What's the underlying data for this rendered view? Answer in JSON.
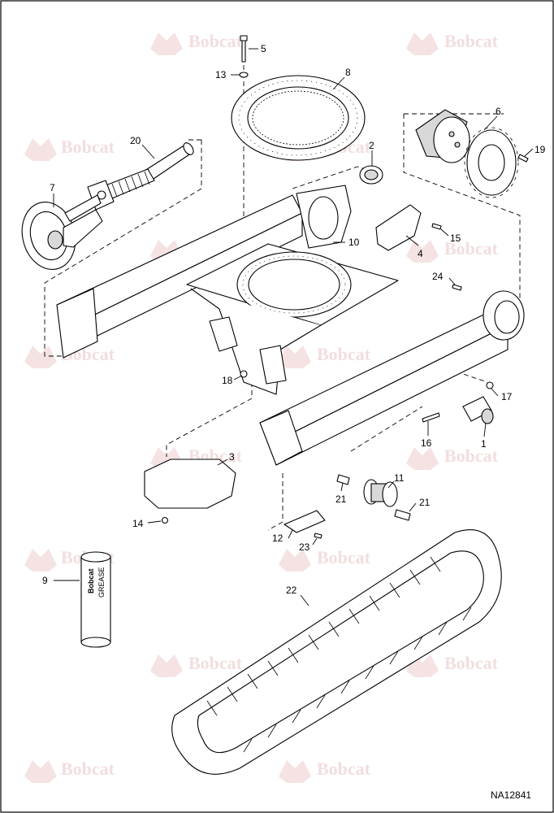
{
  "watermark_text": "Bobcat",
  "drawing_number": "NA12841",
  "grease_tube": {
    "brand": "Bobcat",
    "label": "GREASE"
  },
  "callouts": {
    "c1": "1",
    "c2": "2",
    "c3": "3",
    "c4": "4",
    "c5": "5",
    "c6": "6",
    "c7": "7",
    "c8": "8",
    "c9": "9",
    "c10": "10",
    "c11": "11",
    "c12": "12",
    "c13": "13",
    "c14": "14",
    "c15": "15",
    "c16": "16",
    "c17": "17",
    "c18": "18",
    "c19": "19",
    "c20": "20",
    "c21a": "21",
    "c21b": "21",
    "c22": "22",
    "c23": "23",
    "c24": "24"
  }
}
